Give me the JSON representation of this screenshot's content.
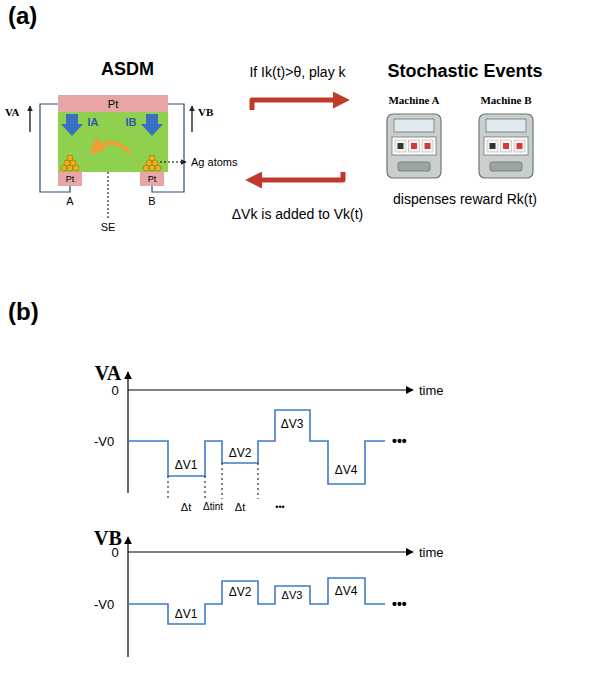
{
  "diagram": {
    "nodes": [
      {
        "text": [
          "ASDM"
        ]
      },
      {
        "text": [
          "Stochastic Events"
        ]
      },
      {
        "text": [
          "Machine A"
        ],
        "in": 1
      },
      {
        "text": [
          "Machine B"
        ],
        "in": 1
      }
    ],
    "edges": [
      {
        "from": 0,
        "to": 1,
        "arrow": "to",
        "label": "If Ik(t)>θ, play k"
      },
      {
        "from": 1,
        "to": 0,
        "arrow": "to",
        "label": "ΔVk is added to Vk(t)"
      }
    ],
    "labels": [
      "(a)",
      "(b)",
      "Pt",
      "Pt",
      "Pt",
      "VA",
      "IA",
      "IB",
      "VB",
      "A",
      "B",
      "SE",
      "Ag atoms",
      "dispenses reward Rk(t)",
      "VA",
      "0",
      "time",
      "-V0",
      "ΔV1",
      "ΔV2",
      "ΔV3",
      "ΔV4",
      "•••",
      "Δt",
      "Δtint",
      "Δt",
      "•••",
      "VB",
      "0",
      "time",
      "-V0",
      "ΔV1",
      "ΔV2",
      "ΔV3",
      "ΔV4",
      "•••"
    ]
  }
}
